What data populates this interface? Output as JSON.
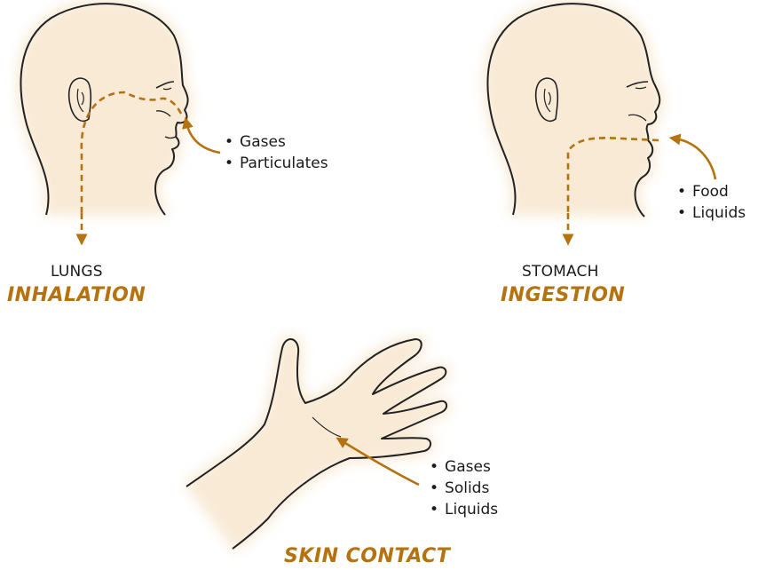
{
  "accent_color": "#b5720e",
  "panels": {
    "inhalation": {
      "target": "LUNGS",
      "title": "INHALATION",
      "items": [
        "Gases",
        "Particulates"
      ]
    },
    "ingestion": {
      "target": "STOMACH",
      "title": "INGESTION",
      "items": [
        "Food",
        "Liquids"
      ]
    },
    "skin": {
      "title": "SKIN CONTACT",
      "items": [
        "Gases",
        "Solids",
        "Liquids"
      ]
    }
  }
}
